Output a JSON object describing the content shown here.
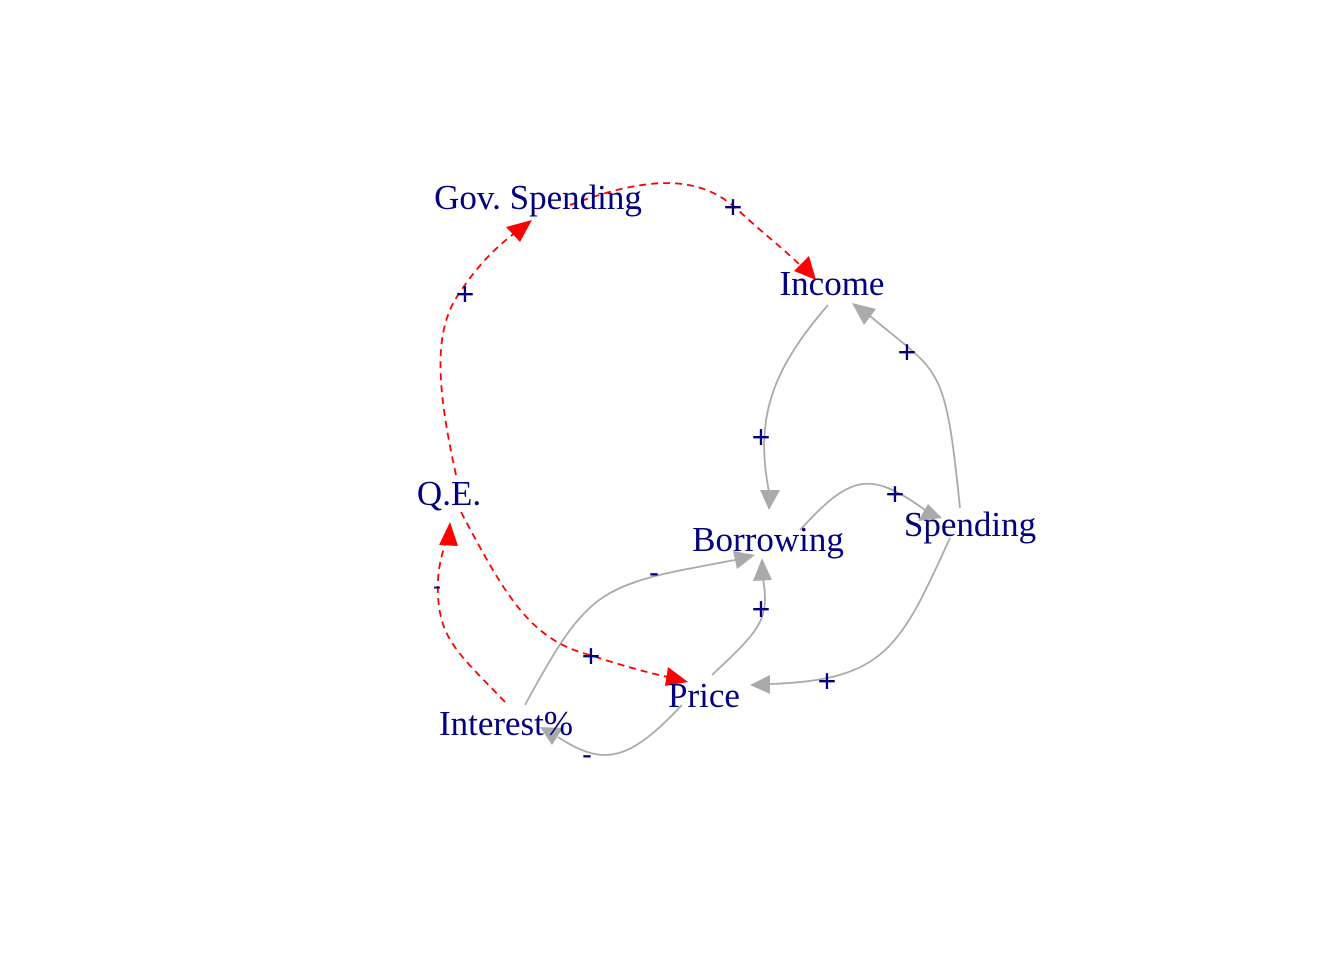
{
  "nodes": {
    "gov_spending": "Gov. Spending",
    "income": "Income",
    "qe": "Q.E.",
    "borrowing": "Borrowing",
    "spending": "Spending",
    "price": "Price",
    "interest": "Interest%"
  },
  "edges": [
    {
      "from": "Gov. Spending",
      "to": "Income",
      "sign": "+",
      "color": "#ff0000",
      "style": "dashed"
    },
    {
      "from": "Q.E.",
      "to": "Gov. Spending",
      "sign": "+",
      "color": "#ff0000",
      "style": "dashed"
    },
    {
      "from": "Q.E.",
      "to": "Price",
      "sign": "+",
      "color": "#ff0000",
      "style": "dashed"
    },
    {
      "from": "Interest%",
      "to": "Q.E.",
      "sign": "-",
      "color": "#ff0000",
      "style": "dashed"
    },
    {
      "from": "Income",
      "to": "Borrowing",
      "sign": "+",
      "color": "#aaaaaa",
      "style": "solid"
    },
    {
      "from": "Spending",
      "to": "Income",
      "sign": "+",
      "color": "#aaaaaa",
      "style": "solid"
    },
    {
      "from": "Borrowing",
      "to": "Spending",
      "sign": "+",
      "color": "#aaaaaa",
      "style": "solid"
    },
    {
      "from": "Spending",
      "to": "Price",
      "sign": "+",
      "color": "#aaaaaa",
      "style": "solid"
    },
    {
      "from": "Price",
      "to": "Borrowing",
      "sign": "+",
      "color": "#aaaaaa",
      "style": "solid"
    },
    {
      "from": "Interest%",
      "to": "Borrowing",
      "sign": "-",
      "color": "#aaaaaa",
      "style": "solid"
    },
    {
      "from": "Price",
      "to": "Interest%",
      "sign": "-",
      "color": "#aaaaaa",
      "style": "solid"
    }
  ],
  "colors": {
    "node_text": "#000080",
    "policy_edge": "#ff0000",
    "feedback_edge": "#aaaaaa"
  }
}
